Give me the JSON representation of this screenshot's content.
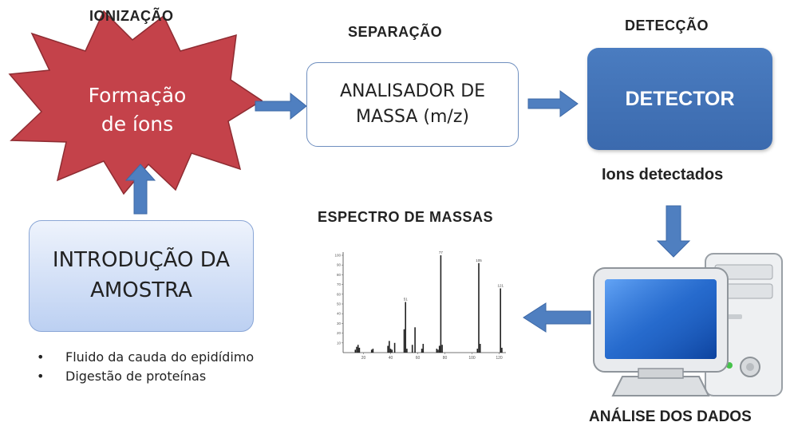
{
  "stages": {
    "ionizacao": "IONIZAÇÃO",
    "separacao": "SEPARAÇÃO",
    "deteccao": "DETECÇÃO"
  },
  "burst": {
    "line1": "Formação",
    "line2": "de íons"
  },
  "analisador": {
    "line1": "ANALISADOR DE",
    "line2": "MASSA (m/z)"
  },
  "detector": {
    "label": "DETECTOR"
  },
  "ions_detectados": "Ions detectados",
  "introducao": {
    "line1": "INTRODUÇÃO DA",
    "line2": "AMOSTRA"
  },
  "bullets": [
    "Fluido da cauda do epidídimo",
    "Digestão de proteínas"
  ],
  "espectro": {
    "title": "ESPECTRO DE MASSAS"
  },
  "analise": "ANÁLISE DOS DADOS",
  "chart_data": {
    "type": "bar",
    "x_ticks": [
      "20",
      "40",
      "60",
      "80",
      "100",
      "120"
    ],
    "y_ticks": [
      "10",
      "20",
      "30",
      "40",
      "50",
      "60",
      "70",
      "80",
      "90",
      "100"
    ],
    "xlim": [
      5,
      125
    ],
    "ylim": [
      0,
      100
    ],
    "peak_labels": [
      "77",
      "105",
      "51",
      "121"
    ],
    "peaks": [
      {
        "mz": 14,
        "i": 3
      },
      {
        "mz": 15,
        "i": 6
      },
      {
        "mz": 16,
        "i": 8
      },
      {
        "mz": 17,
        "i": 5
      },
      {
        "mz": 26,
        "i": 3
      },
      {
        "mz": 27,
        "i": 4
      },
      {
        "mz": 38,
        "i": 7
      },
      {
        "mz": 39,
        "i": 12
      },
      {
        "mz": 40,
        "i": 4
      },
      {
        "mz": 41,
        "i": 3
      },
      {
        "mz": 43,
        "i": 10
      },
      {
        "mz": 50,
        "i": 24
      },
      {
        "mz": 51,
        "i": 52
      },
      {
        "mz": 52,
        "i": 4
      },
      {
        "mz": 56,
        "i": 8
      },
      {
        "mz": 58,
        "i": 26
      },
      {
        "mz": 63,
        "i": 4
      },
      {
        "mz": 64,
        "i": 9
      },
      {
        "mz": 74,
        "i": 4
      },
      {
        "mz": 75,
        "i": 3
      },
      {
        "mz": 76,
        "i": 7
      },
      {
        "mz": 77,
        "i": 100
      },
      {
        "mz": 78,
        "i": 8
      },
      {
        "mz": 104,
        "i": 4
      },
      {
        "mz": 105,
        "i": 92
      },
      {
        "mz": 106,
        "i": 9
      },
      {
        "mz": 121,
        "i": 66
      },
      {
        "mz": 122,
        "i": 5
      }
    ]
  }
}
